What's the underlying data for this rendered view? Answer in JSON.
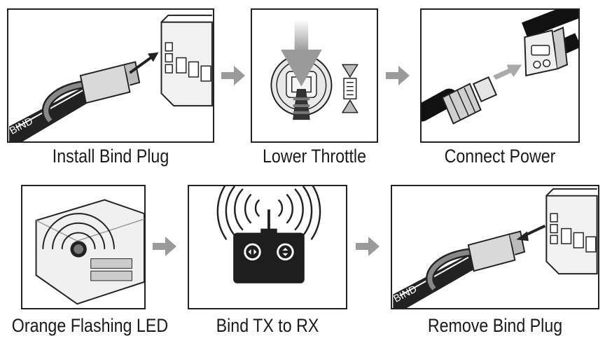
{
  "steps": [
    {
      "label": "Install Bind Plug",
      "icon": "bind-plug-insert-icon"
    },
    {
      "label": "Lower Throttle",
      "icon": "throttle-down-icon"
    },
    {
      "label": "Connect Power",
      "icon": "power-connector-icon"
    },
    {
      "label": "Orange Flashing LED",
      "icon": "flashing-led-icon"
    },
    {
      "label": "Bind TX to RX",
      "icon": "transmitter-icon"
    },
    {
      "label": "Remove Bind Plug",
      "icon": "bind-plug-remove-icon"
    }
  ],
  "plug_text": "BIND",
  "colors": {
    "outline": "#222222",
    "arrow_gray": "#9a9a9a",
    "light_gray": "#e6e6e6",
    "dark_fill": "#1e1e1e"
  }
}
